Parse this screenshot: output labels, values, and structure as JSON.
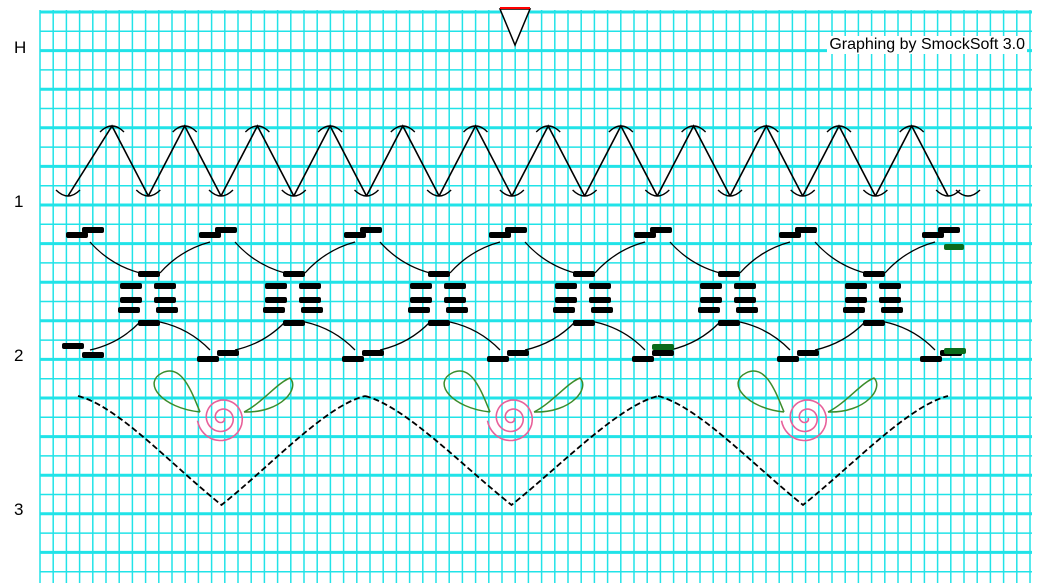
{
  "credit": "Graphing by SmockSoft 3.0",
  "row_labels": [
    "H",
    "1",
    "2",
    "3"
  ],
  "colors": {
    "grid": "#21e3e8",
    "stitch": "#000000",
    "accent_stitch": "#0b6b1a",
    "leaf": "#3c8c2a",
    "rose": "#e8609a",
    "marker": "#ff0000"
  },
  "icons": {
    "center_marker": "down-triangle-icon"
  }
}
